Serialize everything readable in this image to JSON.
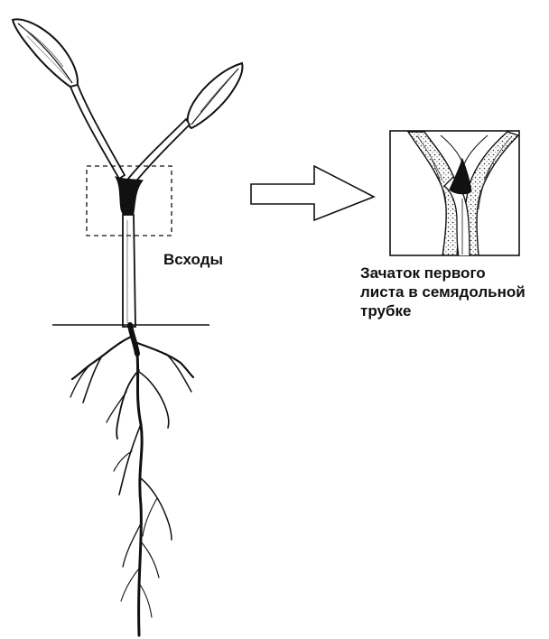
{
  "labels": {
    "seedling": "Всходы",
    "detail_lines": [
      "Зачаток первого",
      "листа в семядольной",
      "трубке"
    ]
  },
  "colors": {
    "ink": "#111111",
    "background": "#ffffff"
  }
}
